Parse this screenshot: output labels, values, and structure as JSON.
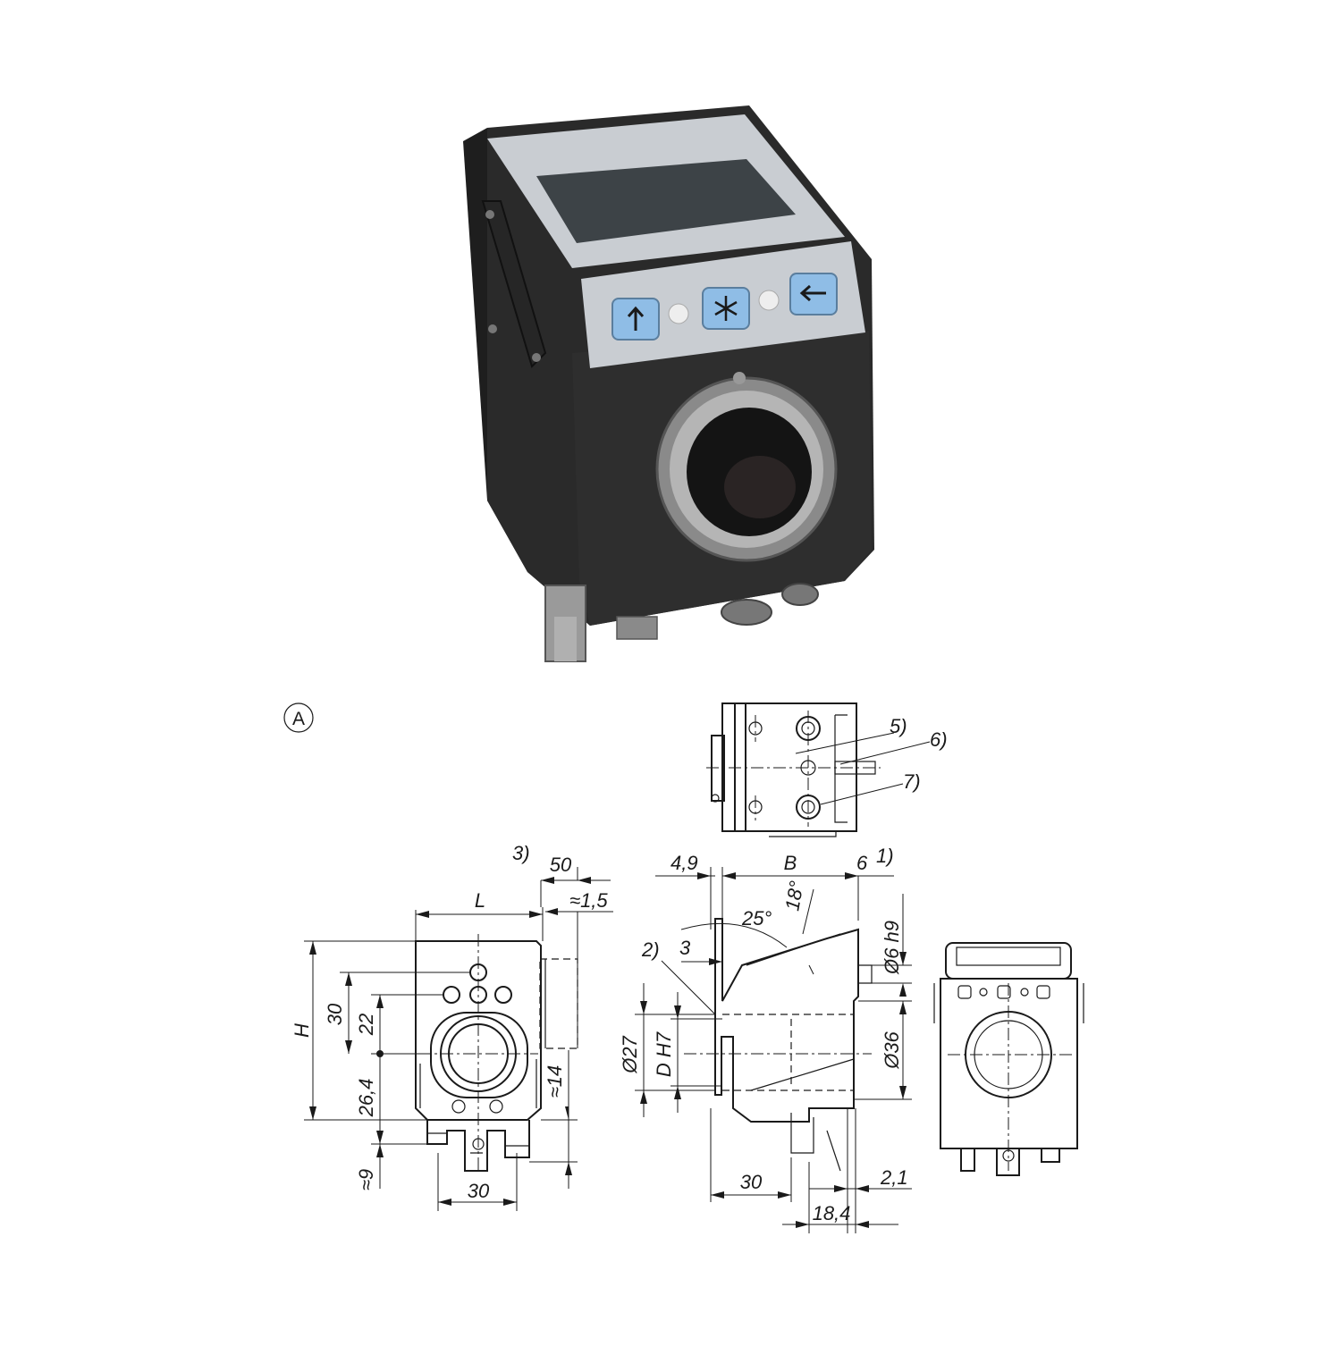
{
  "callout_a": "A",
  "buttons": {
    "up_icon": "arrow-up-icon",
    "set_icon": "asterisk-icon",
    "back_icon": "arrow-left-icon"
  },
  "colors": {
    "housing": "#2b2b2b",
    "panel": "#c9cdd2",
    "button": "#8fbde6",
    "display": "#3d4347"
  },
  "dimensions": {
    "note_3": "3)",
    "d50": "50",
    "approx_1_5": "≈1,5",
    "L": "L",
    "H": "H",
    "d30_v": "30",
    "d22": "22",
    "d26_4": "26,4",
    "approx_14": "≈14",
    "approx_9": "≈9",
    "d30_bottom_front": "30",
    "d4_9": "4,9",
    "B": "B",
    "d6": "6",
    "note_1": "1)",
    "angle_18": "18°",
    "angle_25": "25°",
    "dia6h9": "Ø6 h9",
    "note_2": "2)",
    "d3": "3",
    "dia27": "Ø27",
    "DH7": "D H7",
    "dia36": "Ø36",
    "d30_side_bottom": "30",
    "d2_1": "2,1",
    "d18_4": "18,4",
    "note_5": "5)",
    "note_6": "6)",
    "note_7": "7)"
  }
}
